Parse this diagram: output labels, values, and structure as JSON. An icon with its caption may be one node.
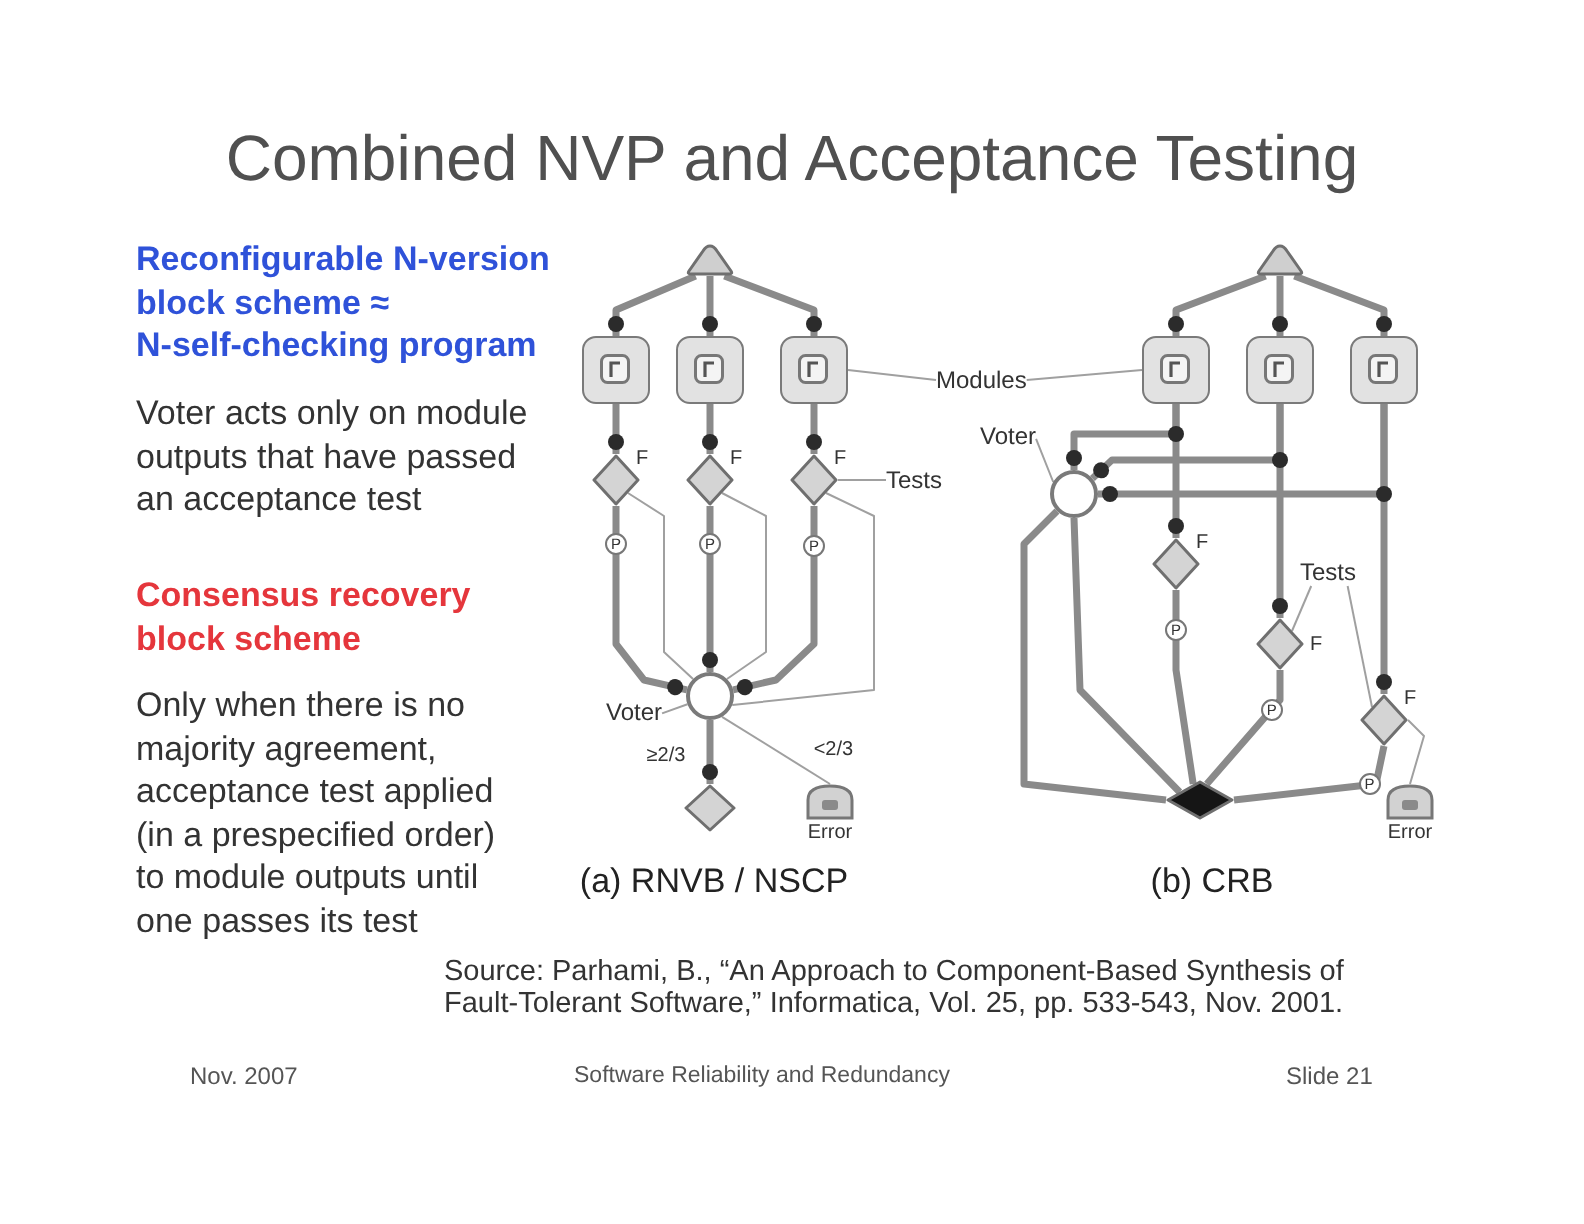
{
  "diagram": {
    "title": "Combined NVP and Acceptance Testing",
    "nodes": [
      {
        "text": [],
        "shape": "triangle"
      },
      {
        "text": [],
        "shape": "box"
      },
      {
        "text": [],
        "shape": "box"
      },
      {
        "text": [],
        "shape": "box"
      },
      {
        "text": [],
        "shape": "diamond",
        "beside": [
          "F"
        ]
      },
      {
        "text": [],
        "shape": "diamond",
        "beside": [
          "F"
        ]
      },
      {
        "text": [],
        "shape": "diamond",
        "beside": [
          "F"
        ]
      },
      {
        "text": [],
        "shape": "circle"
      },
      {
        "text": [],
        "shape": "diamond"
      },
      {
        "text": [
          "Error"
        ]
      },
      {
        "text": [],
        "shape": "triangle"
      },
      {
        "text": [],
        "shape": "box"
      },
      {
        "text": [],
        "shape": "box"
      },
      {
        "text": [],
        "shape": "box"
      },
      {
        "text": [],
        "shape": "circle"
      },
      {
        "text": [],
        "shape": "diamond",
        "beside": [
          "F"
        ]
      },
      {
        "text": [],
        "shape": "diamond",
        "beside": [
          "F"
        ]
      },
      {
        "text": [],
        "shape": "diamond",
        "beside": [
          "F"
        ]
      },
      {
        "text": [],
        "shape": "diamond"
      },
      {
        "text": [
          "Error"
        ]
      },
      {
        "text": [
          "Modules"
        ]
      },
      {
        "text": [
          "Tests"
        ]
      },
      {
        "text": [
          "Voter"
        ]
      },
      {
        "text": [
          "Voter"
        ]
      },
      {
        "text": [
          "Tests"
        ]
      }
    ],
    "edges": [
      {
        "from": 0,
        "to": 1,
        "arrow": "other"
      },
      {
        "from": 0,
        "to": 2,
        "arrow": "other"
      },
      {
        "from": 0,
        "to": 3,
        "arrow": "other"
      },
      {
        "from": 1,
        "to": 4,
        "arrow": "other"
      },
      {
        "from": 2,
        "to": 5,
        "arrow": "other"
      },
      {
        "from": 3,
        "to": 6,
        "arrow": "other"
      },
      {
        "from": 4,
        "to": 7,
        "arrow": "other",
        "label": "P"
      },
      {
        "from": 5,
        "to": 7,
        "arrow": "other",
        "label": "P"
      },
      {
        "from": 6,
        "to": 7,
        "arrow": "other",
        "label": "P"
      },
      {
        "from": 4,
        "to": 7,
        "arrow": "none",
        "color": "#a0a0a0"
      },
      {
        "from": 5,
        "to": 7,
        "arrow": "none",
        "color": "#a0a0a0"
      },
      {
        "from": 6,
        "to": 7,
        "arrow": "none",
        "color": "#a0a0a0"
      },
      {
        "from": 7,
        "to": 8,
        "arrow": "other",
        "label": "≥2/3"
      },
      {
        "from": 7,
        "to": 9,
        "arrow": "none",
        "label": "<2/3",
        "color": "#a0a0a0"
      },
      {
        "from": 10,
        "to": 11,
        "arrow": "other"
      },
      {
        "from": 10,
        "to": 12,
        "arrow": "other"
      },
      {
        "from": 10,
        "to": 13,
        "arrow": "other"
      },
      {
        "from": 11,
        "to": 14,
        "arrow": "other"
      },
      {
        "from": 12,
        "to": 14,
        "arrow": "other"
      },
      {
        "from": 13,
        "to": 14,
        "arrow": "other"
      },
      {
        "from": 11,
        "to": 15,
        "arrow": "other"
      },
      {
        "from": 12,
        "to": 16,
        "arrow": "other"
      },
      {
        "from": 13,
        "to": 17,
        "arrow": "other"
      },
      {
        "from": 14,
        "to": 18,
        "arrow": "none"
      },
      {
        "from": 14,
        "to": 18,
        "arrow": "none"
      },
      {
        "from": 15,
        "to": 18,
        "arrow": "none",
        "label": "P"
      },
      {
        "from": 16,
        "to": 18,
        "arrow": "none",
        "label": "P"
      },
      {
        "from": 17,
        "to": 18,
        "arrow": "none",
        "label": "P"
      },
      {
        "from": 17,
        "to": 19,
        "arrow": "none",
        "color": "#a0a0a0"
      },
      {
        "from": 20,
        "to": 3,
        "arrow": "none",
        "color": "#a0a0a0"
      },
      {
        "from": 20,
        "to": 11,
        "arrow": "none",
        "color": "#a0a0a0"
      },
      {
        "from": 21,
        "to": 6,
        "arrow": "none",
        "color": "#a0a0a0"
      },
      {
        "from": 22,
        "to": 7,
        "arrow": "none",
        "color": "#a0a0a0"
      },
      {
        "from": 23,
        "to": 14,
        "arrow": "none",
        "color": "#a0a0a0"
      },
      {
        "from": 24,
        "to": 16,
        "arrow": "none",
        "color": "#a0a0a0"
      },
      {
        "from": 24,
        "to": 17,
        "arrow": "none",
        "color": "#a0a0a0"
      }
    ],
    "labels": [
      "Reconfigurable N-version block scheme ≈ N-self-checking program",
      "Voter acts only on module outputs that have passed an acceptance test",
      "Consensus recovery block scheme",
      "Only when there is no majority agreement, acceptance test applied (in a prespecified order) to module outputs until one passes its test",
      "(a) RNVB / NSCP",
      "(b) CRB",
      "Source: Parhami, B., “An Approach to Component-Based Synthesis of Fault-Tolerant Software,” Informatica, Vol. 25, pp. 533-543, Nov. 2001.",
      "Nov. 2007",
      "Software Reliability and Redundancy",
      "Slide 21"
    ]
  }
}
